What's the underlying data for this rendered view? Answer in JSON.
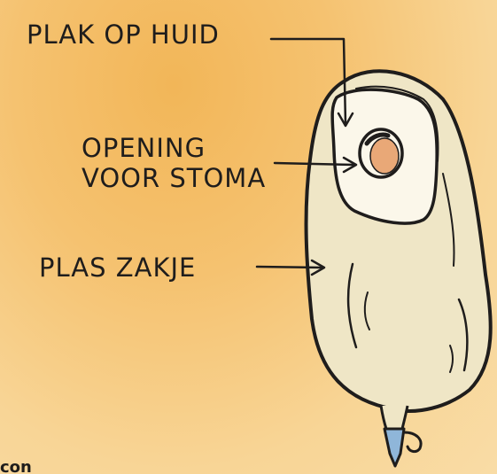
{
  "labels": {
    "skin_plate": "PLAK OP HUID",
    "stoma_opening_line1": "OPENING",
    "stoma_opening_line2": "VOOR STOMA",
    "urine_bag": "PLAS ZAKJE"
  },
  "corner_text": "con",
  "colors": {
    "background": "#f6c97f",
    "bag_fill": "#efe6c6",
    "plate_fill": "#fbf7ea",
    "stoma": "#e9a877",
    "tap": "#8fb6d9",
    "ink": "#1f1d1c"
  }
}
